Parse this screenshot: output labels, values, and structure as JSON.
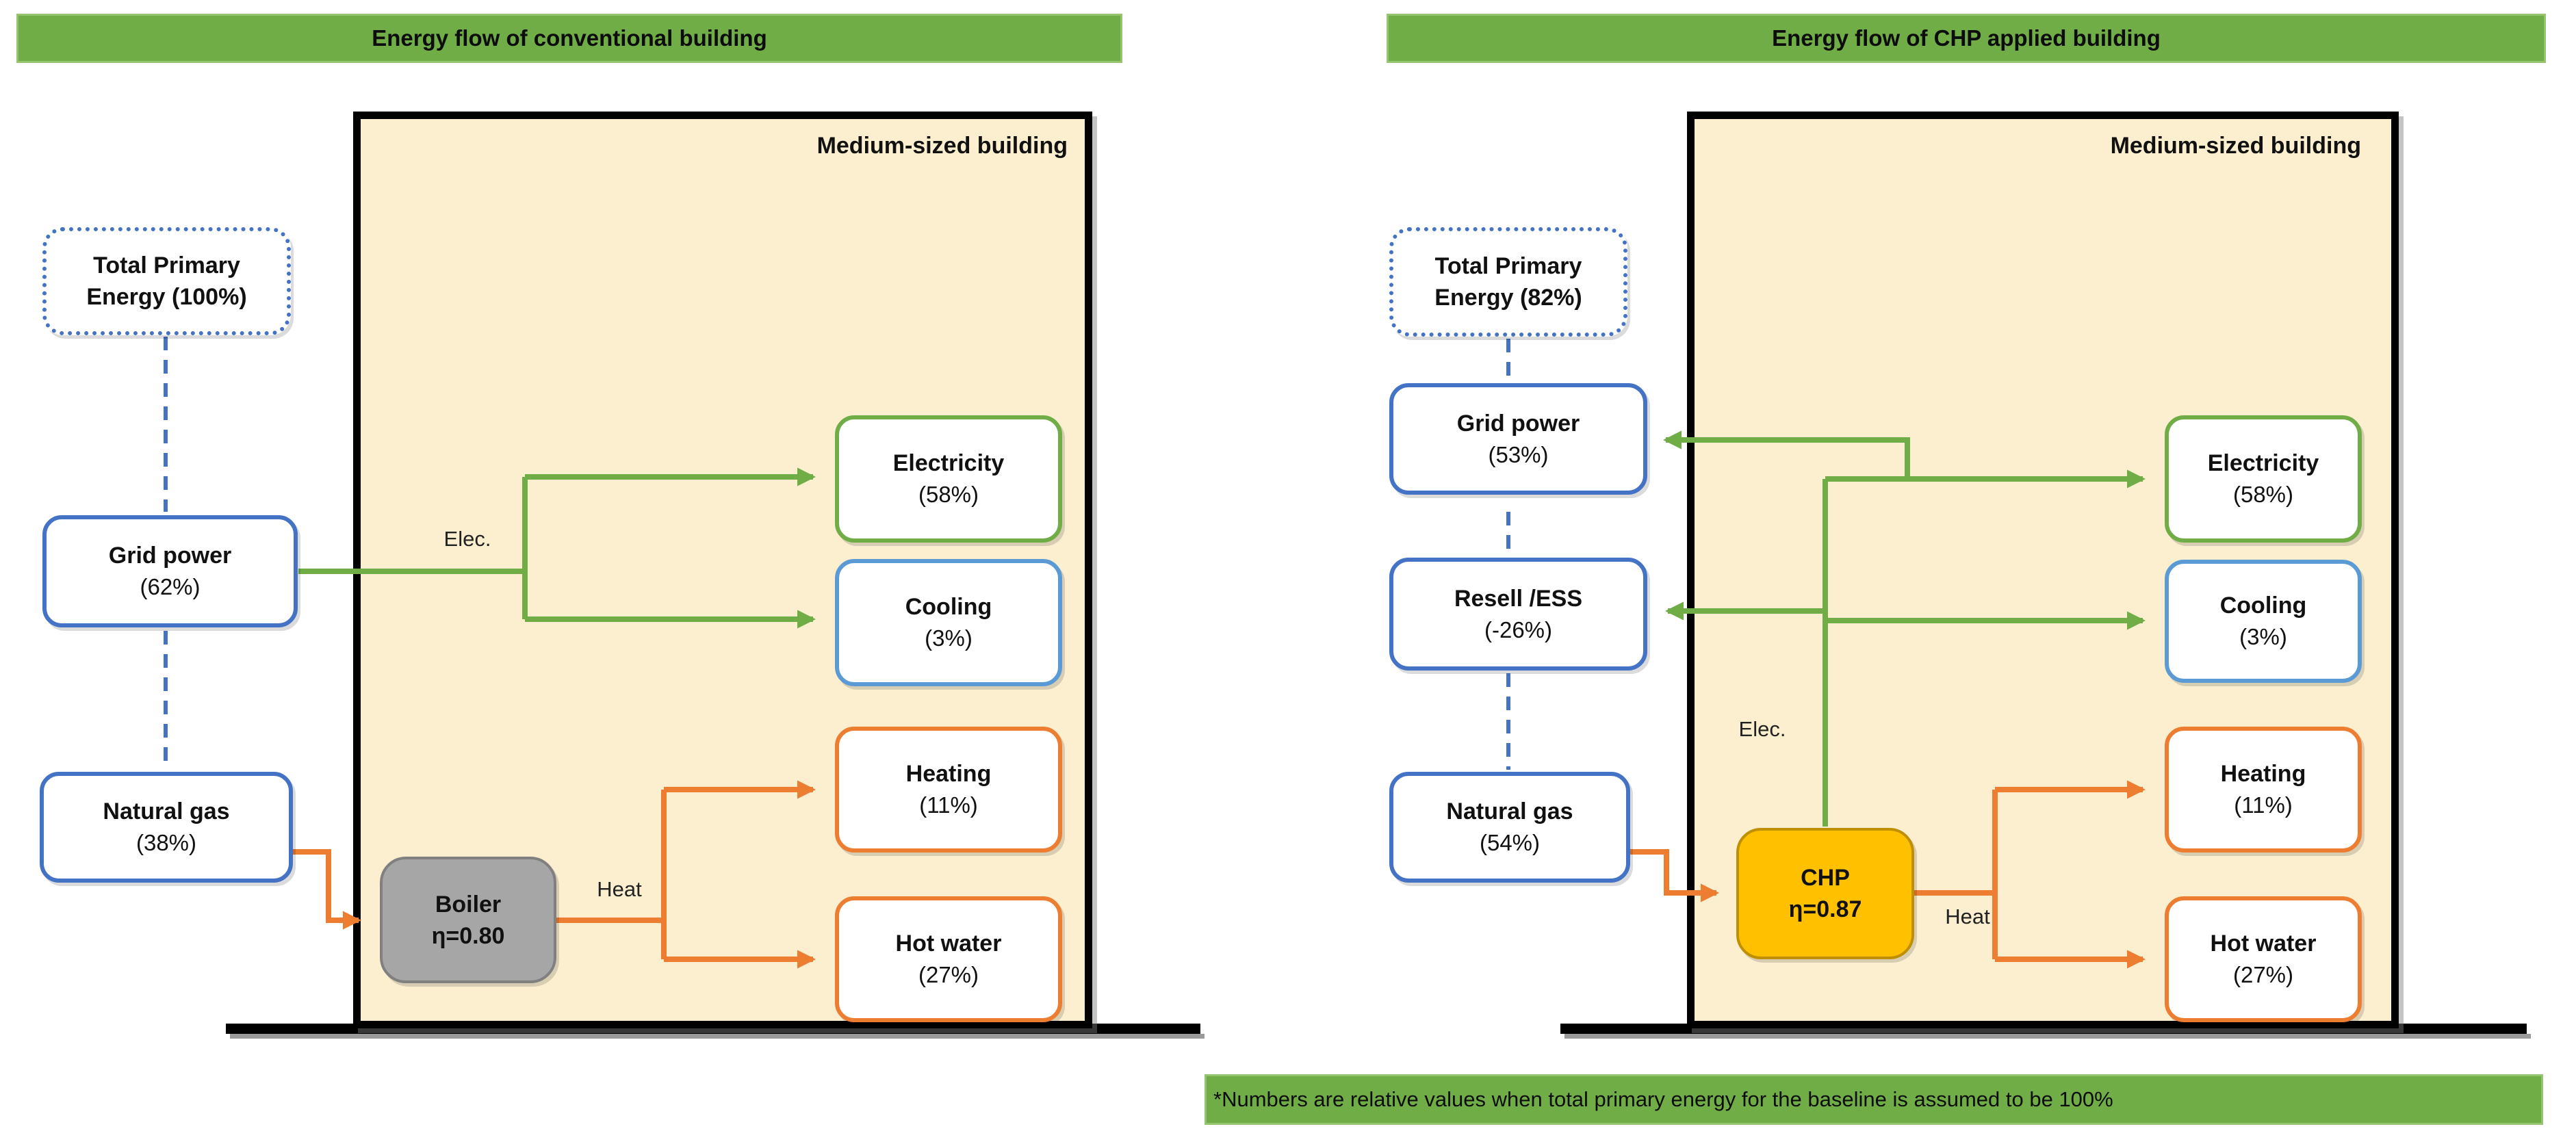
{
  "footnote": "*Numbers are relative values when total primary energy for the baseline is assumed to be 100%",
  "colors": {
    "banner_green": "#70AD47",
    "flow_green": "#70AD47",
    "flow_orange": "#ED7D31",
    "node_blue": "#4472C4",
    "node_light_blue": "#5B9BD5",
    "chp_amber": "#FFC000",
    "boiler_gray": "#A6A6A6",
    "building_fill": "#FBEFD0"
  },
  "left": {
    "title": "Energy flow of conventional building",
    "building_label": "Medium-sized building",
    "flow_labels": {
      "elec": "Elec.",
      "heat": "Heat"
    },
    "nodes": {
      "total_primary_energy": {
        "line1": "Total Primary",
        "line2": "Energy (100%)"
      },
      "grid_power": {
        "label": "Grid power",
        "value": "(62%)"
      },
      "natural_gas": {
        "label": "Natural gas",
        "value": "(38%)"
      },
      "boiler": {
        "label": "Boiler",
        "value": "η=0.80"
      },
      "electricity": {
        "label": "Electricity",
        "value": "(58%)"
      },
      "cooling": {
        "label": "Cooling",
        "value": "(3%)"
      },
      "heating": {
        "label": "Heating",
        "value": "(11%)"
      },
      "hot_water": {
        "label": "Hot water",
        "value": "(27%)"
      }
    }
  },
  "right": {
    "title": "Energy flow of CHP applied building",
    "building_label": "Medium-sized building",
    "flow_labels": {
      "elec": "Elec.",
      "heat": "Heat"
    },
    "nodes": {
      "total_primary_energy": {
        "line1": "Total Primary",
        "line2": "Energy (82%)"
      },
      "grid_power": {
        "label": "Grid power",
        "value": "(53%)"
      },
      "resell_ess": {
        "label": "Resell /ESS",
        "value": "(-26%)"
      },
      "natural_gas": {
        "label": "Natural gas",
        "value": "(54%)"
      },
      "chp": {
        "label": "CHP",
        "value": "η=0.87"
      },
      "electricity": {
        "label": "Electricity",
        "value": "(58%)"
      },
      "cooling": {
        "label": "Cooling",
        "value": "(3%)"
      },
      "heating": {
        "label": "Heating",
        "value": "(11%)"
      },
      "hot_water": {
        "label": "Hot water",
        "value": "(27%)"
      }
    }
  }
}
